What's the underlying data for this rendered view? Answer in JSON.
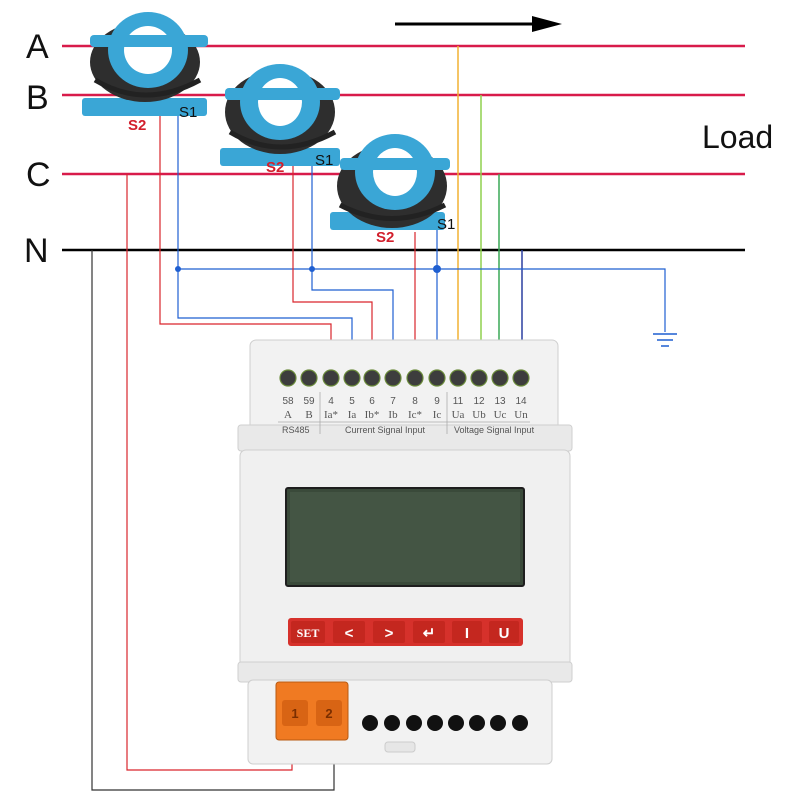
{
  "buses": [
    {
      "label": "A",
      "color": "#d81b4a"
    },
    {
      "label": "B",
      "color": "#d81b4a"
    },
    {
      "label": "C",
      "color": "#d81b4a"
    },
    {
      "label": "N",
      "color": "#000000"
    }
  ],
  "load_label": "Load",
  "current_transformers": [
    {
      "s1": "S1",
      "s2": "S2"
    },
    {
      "s1": "S1",
      "s2": "S2"
    },
    {
      "s1": "S1",
      "s2": "S2"
    }
  ],
  "terminals": [
    {
      "number": "58",
      "name": "A"
    },
    {
      "number": "59",
      "name": "B"
    },
    {
      "number": "4",
      "name": "Ia*"
    },
    {
      "number": "5",
      "name": "Ia"
    },
    {
      "number": "6",
      "name": "Ib*"
    },
    {
      "number": "7",
      "name": "Ib"
    },
    {
      "number": "8",
      "name": "Ic*"
    },
    {
      "number": "9",
      "name": "Ic"
    },
    {
      "number": "11",
      "name": "Ua"
    },
    {
      "number": "12",
      "name": "Ub"
    },
    {
      "number": "13",
      "name": "Uc"
    },
    {
      "number": "14",
      "name": "Un"
    }
  ],
  "terminal_groups": {
    "rs485": "RS485",
    "current": "Current Signal Input",
    "voltage": "Voltage Signal Input"
  },
  "buttons": [
    {
      "label": "SET",
      "icon": "set"
    },
    {
      "label": "<",
      "icon": "left-arrow-icon"
    },
    {
      "label": ">",
      "icon": "right-arrow-icon"
    },
    {
      "label": "↵",
      "icon": "enter-icon"
    },
    {
      "label": "I",
      "icon": "current-icon"
    },
    {
      "label": "U",
      "icon": "voltage-icon"
    }
  ],
  "power_terminals": [
    {
      "label": "1"
    },
    {
      "label": "2"
    }
  ],
  "colors": {
    "phase_line": "#d81b4a",
    "neutral_line": "#000000",
    "ct_body": "#3aa6d6",
    "current_wire_red": "#d9252c",
    "current_wire_blue": "#1f5fd1",
    "voltage_wire_ua": "#f2b233",
    "voltage_wire_ub": "#8fd14f",
    "voltage_wire_uc": "#3aa856",
    "voltage_wire_un": "#2a3fa0",
    "button_bar": "#d6312b",
    "fuse": "#f07a22"
  }
}
